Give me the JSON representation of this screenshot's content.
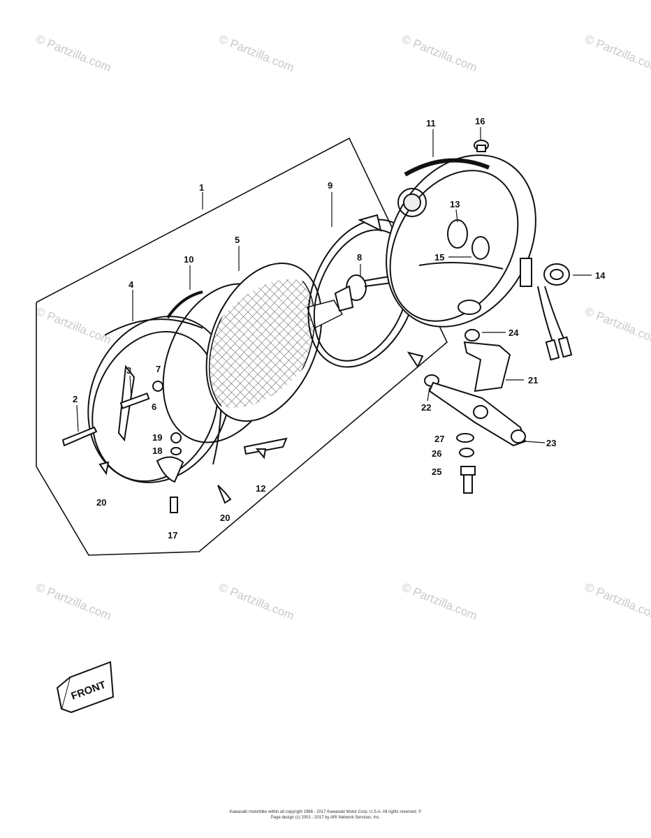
{
  "watermark": {
    "text": "© Partzilla.com"
  },
  "front_badge": {
    "label": "FRONT"
  },
  "copyright": {
    "line1": "Kawasaki motorbike within all copyright 1966 - 2017 Kawasaki Motor Corp. U.S.A. All rights reserved. ©",
    "line2": "Page design (c) 2001 - 2017 by ARI Network Services, Inc."
  },
  "callouts": {
    "c1": "1",
    "c2": "2",
    "c3": "3",
    "c4": "4",
    "c5": "5",
    "c6": "6",
    "c7": "7",
    "c8": "8",
    "c9": "9",
    "c10": "10",
    "c11": "11",
    "c12": "12",
    "c13": "13",
    "c14": "14",
    "c15": "15",
    "c16": "16",
    "c17": "17",
    "c18": "18",
    "c19": "19",
    "c20a": "20",
    "c20b": "20",
    "c21": "21",
    "c22": "22",
    "c23": "23",
    "c24": "24",
    "c25": "25",
    "c26": "26",
    "c27": "27"
  }
}
